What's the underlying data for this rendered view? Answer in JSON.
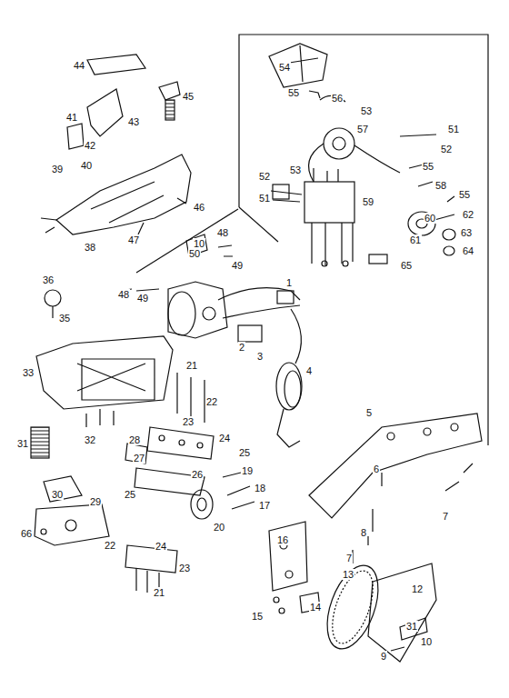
{
  "diagram": {
    "labels": [
      "44",
      "45",
      "41",
      "43",
      "42",
      "39",
      "40",
      "38",
      "46",
      "47",
      "50",
      "10",
      "48",
      "49",
      "36",
      "48",
      "49",
      "35",
      "1",
      "2",
      "3",
      "4",
      "33",
      "21",
      "22",
      "23",
      "24",
      "25",
      "27",
      "28",
      "26",
      "31",
      "32",
      "30",
      "66",
      "29",
      "25",
      "19",
      "18",
      "17",
      "20",
      "22",
      "24",
      "23",
      "21",
      "16",
      "15",
      "14",
      "13",
      "12",
      "31",
      "10",
      "9",
      "5",
      "6",
      "8",
      "7",
      "7",
      "54",
      "55",
      "56",
      "53",
      "57",
      "51",
      "52",
      "52",
      "53",
      "51",
      "55",
      "58",
      "55",
      "59",
      "60",
      "62",
      "61",
      "63",
      "64",
      "65"
    ]
  }
}
